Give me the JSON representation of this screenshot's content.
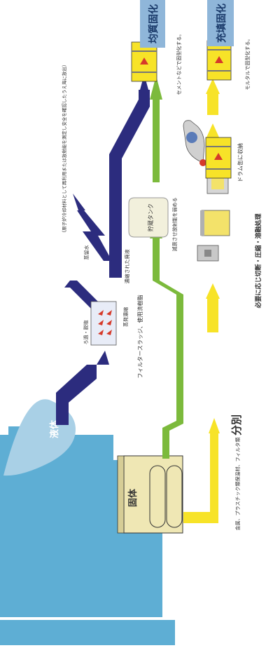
{
  "headers": {
    "uniform": "均質固化",
    "fill": "充填固化"
  },
  "labels": {
    "liquid": "液体",
    "solid": "固体",
    "sorting": "分別",
    "filter_evap": "ろ過・脱塩",
    "distillate": "蒸留水",
    "concentrated": "濃縮された廃液",
    "evap_concentration": "蒸発濃縮",
    "filter_sludge": "フィルタースラッジ、使用済樹脂",
    "storage_tank": "貯蔵タンク",
    "decay": "減衰させ放射能を弱める",
    "reactor_note": "（原子炉冷却材料として再利用または放射能を測定し安全を確認したうえ海に放出）",
    "cement": "セメントなどで固型化する。",
    "mortar": "モルタルで固型化する。",
    "drum_storage": "ドラム缶に収納",
    "materials": "金属、プラスチック類保温材、フィルタ類",
    "cutting": "必要に応じ切断・圧縮・溶融処理"
  },
  "colors": {
    "navy": "#2c2c7e",
    "green": "#7cba3c",
    "yellow": "#f7e328",
    "header_blue": "#8fb6d9",
    "building_blue": "#5eaed4",
    "drop_blue": "#a9d0e6",
    "solid_box": "#efe7b4",
    "tank": "#f2f0dc"
  }
}
